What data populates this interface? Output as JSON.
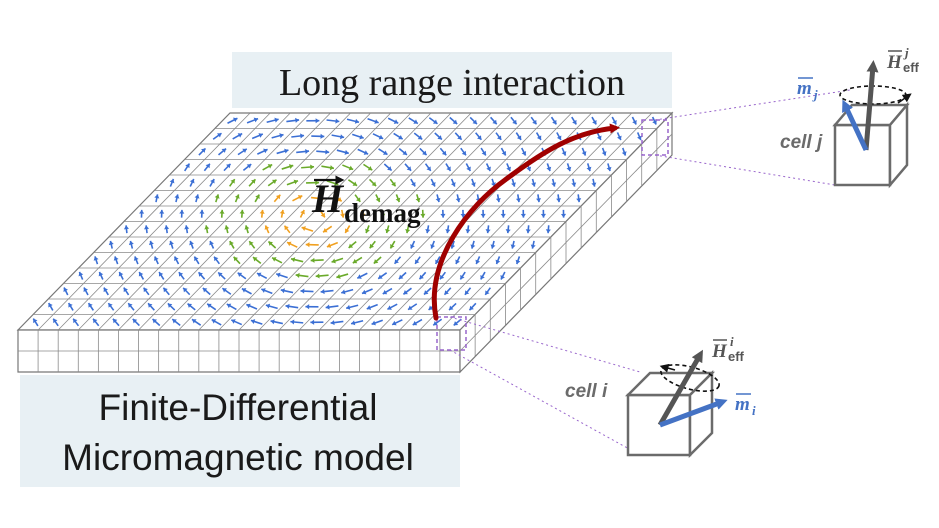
{
  "labels": {
    "top_title": "Long range  interaction",
    "bottom_title_line1": "Finite-Differential",
    "bottom_title_line2": "Micromagnetic model",
    "field_symbol": "H",
    "field_subscript": "demag",
    "cell_i": "cell i",
    "cell_j": "cell j",
    "m_symbol": "m",
    "m_i_sub": "i",
    "m_j_sub": "j",
    "heff_symbol": "H",
    "heff_sub": "eff",
    "heff_i_sup": "i",
    "heff_j_sup": "j"
  },
  "colors": {
    "label_box": "#e8f0f4",
    "grid_line": "#8a8a8a",
    "arrow_blue": "#3b6fd4",
    "arrow_green": "#6aaa2a",
    "arrow_orange": "#f0a020",
    "interaction_arrow": "#a00000",
    "m_vector": "#4472c4",
    "heff_vector": "#555555",
    "dotted_link": "#9966cc"
  }
}
